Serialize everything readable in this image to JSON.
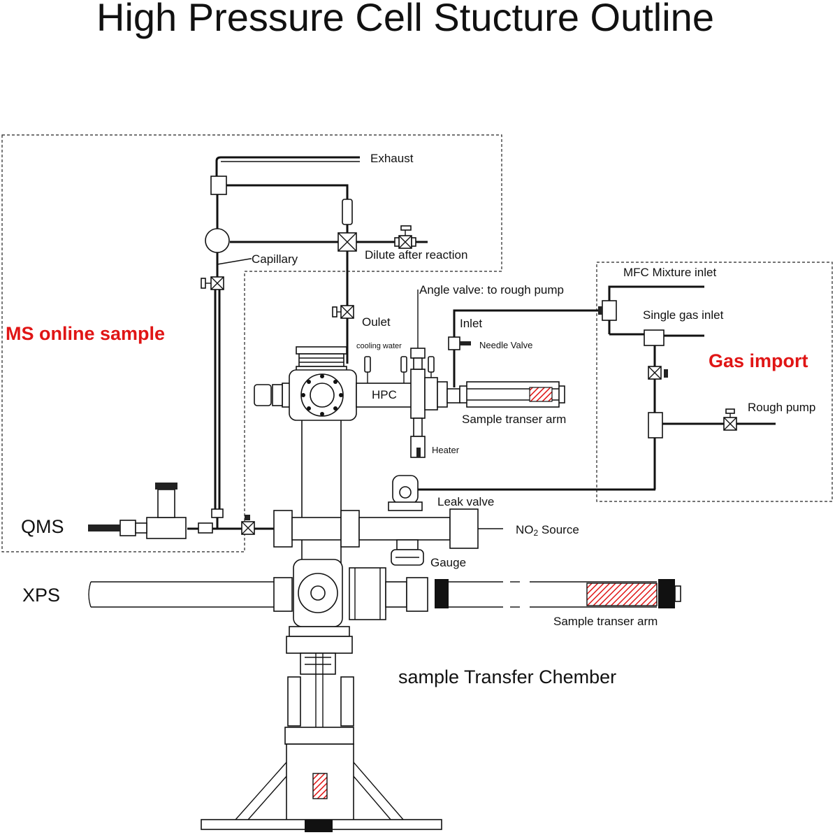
{
  "title": "High Pressure Cell  Stucture Outline",
  "colors": {
    "accent_red": "#e01515",
    "line": "#111111",
    "hatch": "#e01515"
  },
  "labels": {
    "exhaust": "Exhaust",
    "capillary": "Capillary",
    "dilute": "Dilute after reaction",
    "ms_online": "MS   online sample",
    "oulet": "Oulet",
    "angle_valve": "Angle valve: to rough pump",
    "inlet": "Inlet",
    "needle_valve": "Needle Valve",
    "cooling_water": "cooling water",
    "hpc": "HPC",
    "sample_arm_upper": "Sample transer arm",
    "heater": "Heater",
    "mfc_inlet": "MFC Mixture inlet",
    "single_gas": "Single gas inlet",
    "gas_import": "Gas import",
    "rough_pump": "Rough  pump",
    "leak_valve": "Leak valve",
    "qms": "QMS",
    "no2_source": "NO",
    "no2_sub": "2",
    "no2_source_suffix": " Source",
    "gauge": "Gauge",
    "xps": "XPS",
    "sample_arm_lower": "Sample transer arm",
    "transfer_chamber": "sample Transfer Chember"
  },
  "icons": [
    "valve-icon",
    "tee-fitting-icon",
    "cross-fitting-icon",
    "flange-icon",
    "sample-holder-icon"
  ]
}
